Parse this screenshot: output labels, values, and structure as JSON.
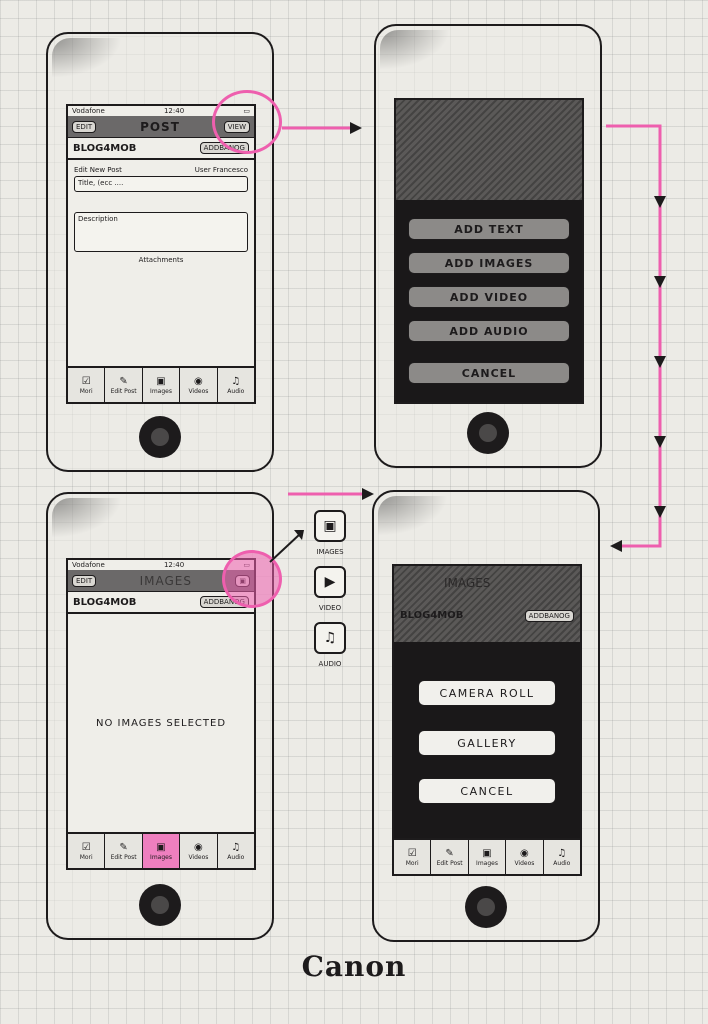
{
  "icons": [
    "edit-icon",
    "image-icon",
    "video-icon",
    "audio-icon",
    "arrow-icon"
  ],
  "colors": {
    "accent_pink": "#ee5fae",
    "ink": "#1d1b1c",
    "paper": "#ecebe6",
    "overlay": "#1a1819"
  },
  "screen1": {
    "status_carrier": "Vodafone",
    "status_time": "12:40",
    "left_button": "EDIT",
    "title": "POST",
    "right_button": "VIEW",
    "blog_name": "BLOG4MOB",
    "add_blog_button": "ADDBANOG",
    "form_left_label": "Edit New Post",
    "form_right_label": "User Francesco",
    "title_field": "Title, (ecc ....",
    "description_field": "Description",
    "attachments_label": "Attachments"
  },
  "screen2": {
    "buttons": [
      "ADD TEXT",
      "ADD IMAGES",
      "ADD VIDEO",
      "ADD AUDIO"
    ],
    "cancel": "CANCEL"
  },
  "screen3": {
    "status_carrier": "Vodafone",
    "status_time": "12:40",
    "left_button": "EDIT",
    "title": "IMAGES",
    "blog_name": "BLOG4MOB",
    "add_blog_button": "ADDBANOG",
    "message": "NO IMAGES SELECTED"
  },
  "screen4": {
    "title": "IMAGES",
    "blog_name": "BLOG4MOB",
    "add_blog_button": "ADDBANOG",
    "buttons": [
      "CAMERA ROLL",
      "GALLERY",
      "CANCEL"
    ]
  },
  "tabs": [
    "Mori",
    "Edit Post",
    "Images",
    "Videos",
    "Audio"
  ],
  "media": {
    "images": "IMAGES",
    "video": "VIDEO",
    "audio": "AUDIO"
  },
  "brand": "Canon"
}
